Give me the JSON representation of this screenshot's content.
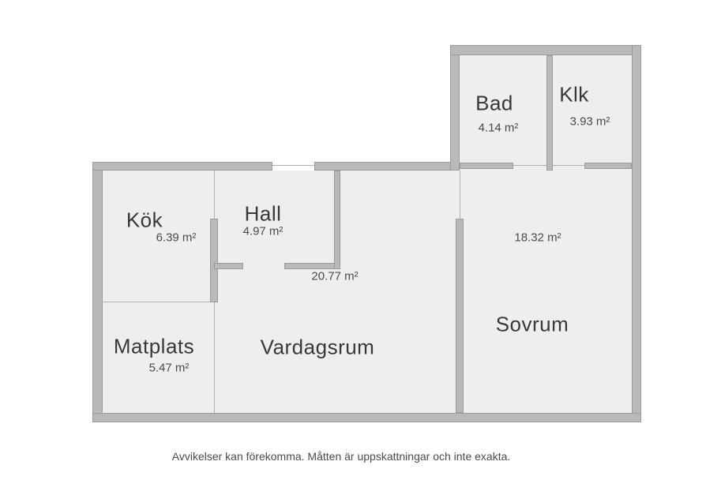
{
  "plan": {
    "rooms": {
      "kok": {
        "name": "Kök",
        "area": "6.39 m²"
      },
      "hall": {
        "name": "Hall",
        "area": "4.97 m²"
      },
      "bad": {
        "name": "Bad",
        "area": "4.14 m²"
      },
      "klk": {
        "name": "Klk",
        "area": "3.93 m²"
      },
      "matplats": {
        "name": "Matplats",
        "area": "5.47 m²"
      },
      "vardagsrum": {
        "name": "Vardagsrum",
        "area": "20.77 m²"
      },
      "sovrum": {
        "name": "Sovrum",
        "area": "18.32 m²"
      }
    },
    "disclaimer": "Avvikelser kan förekomma. Måtten är uppskattningar och inte exakta.",
    "colors": {
      "floor": "#eeeeee",
      "wall": "#b9b9b9",
      "wall_border": "#9b9b9b",
      "boundary_line": "#b0b0b0",
      "text": "#383838",
      "background": "#ffffff"
    }
  }
}
